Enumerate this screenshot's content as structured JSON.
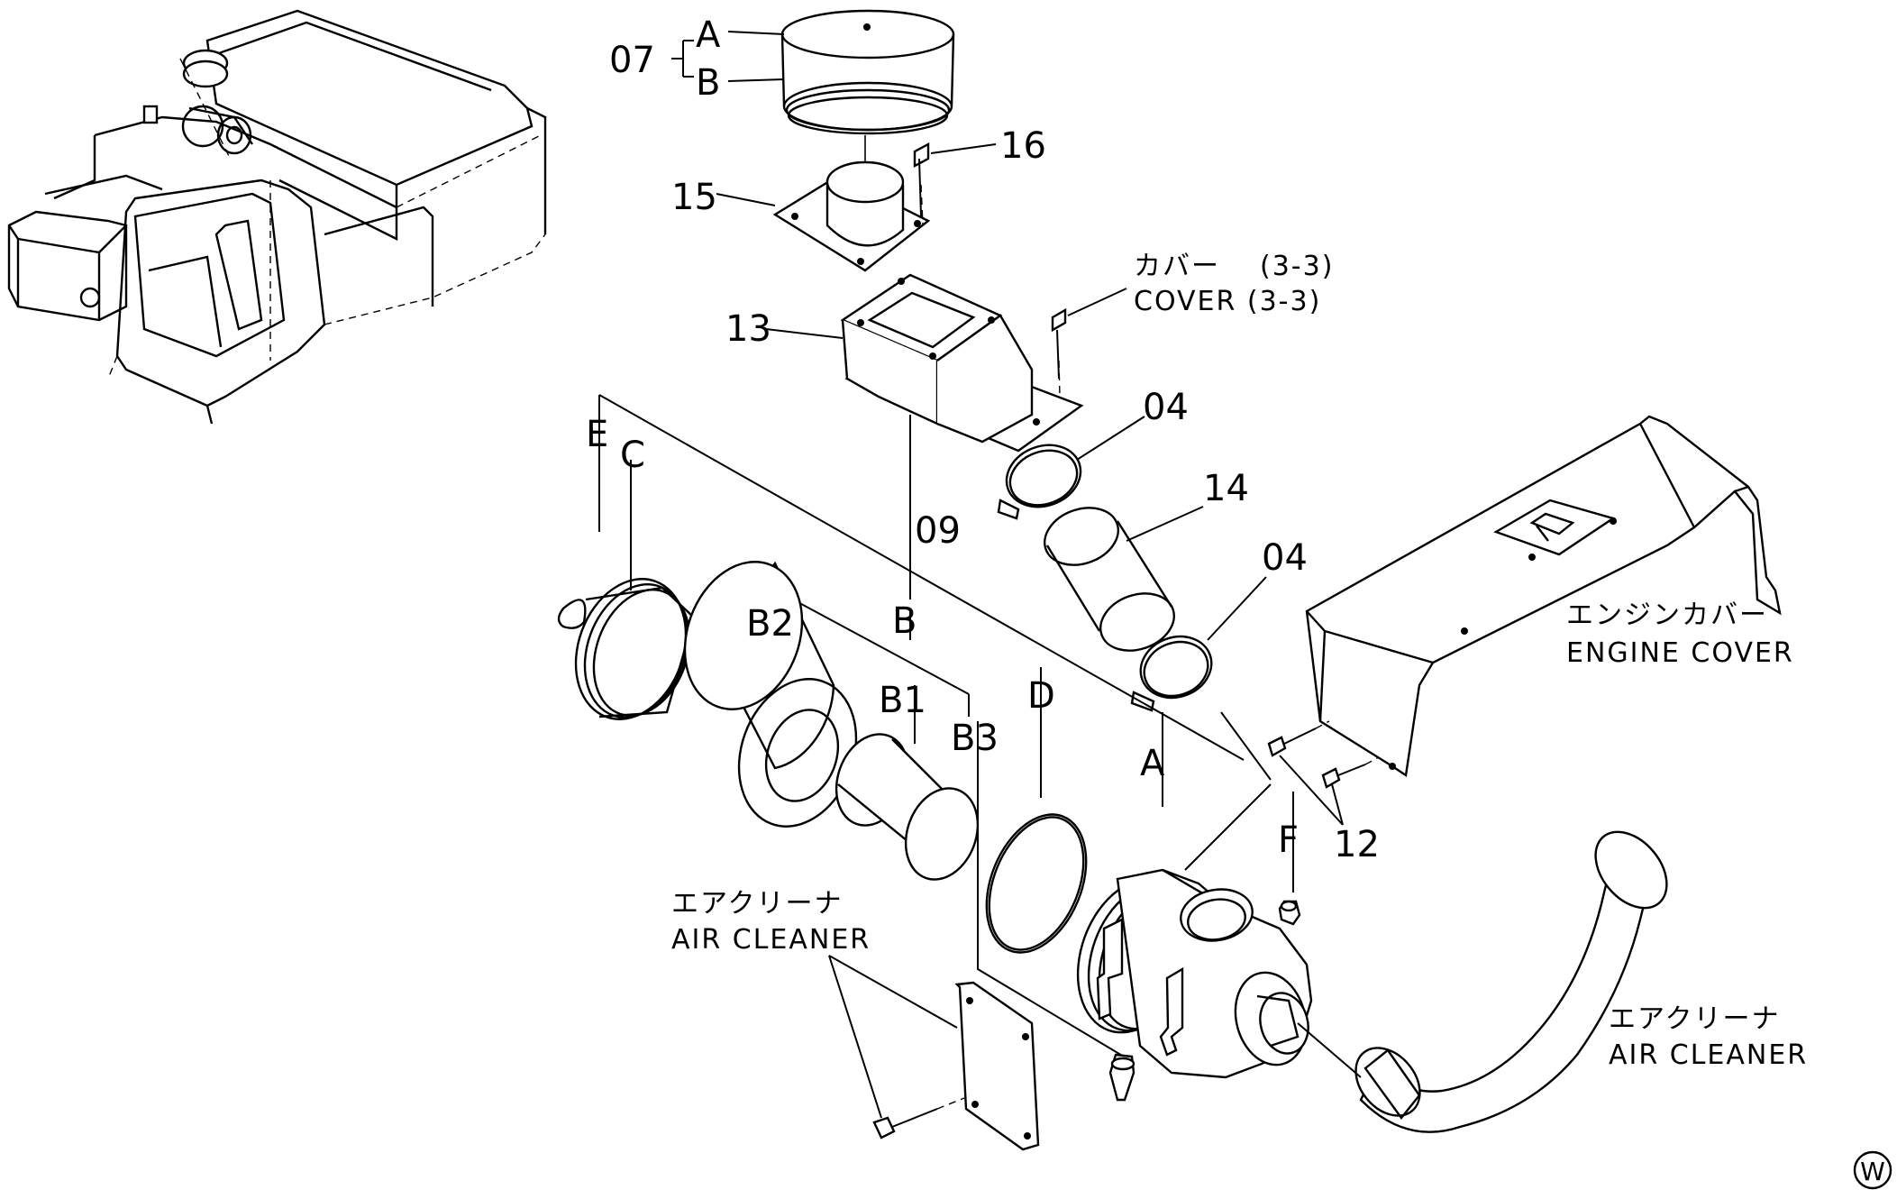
{
  "diagram": {
    "labels": {
      "p07": "07",
      "p07a": "A",
      "p07b": "B",
      "p16": "16",
      "p15": "15",
      "p13": "13",
      "p04a": "04",
      "p04b": "04",
      "p14": "14",
      "p09": "09",
      "p12": "12",
      "e": "E",
      "c": "C",
      "b": "B",
      "b2": "B2",
      "b1": "B1",
      "b3": "B3",
      "d": "D",
      "a": "A",
      "f": "F"
    },
    "callouts": {
      "cover_jp": "カバー",
      "cover_ref_jp": "(3-3)",
      "cover_en": "COVER (3-3)",
      "engine_cover_jp": "エンジンカバー",
      "engine_cover_en": "ENGINE COVER",
      "air_cleaner_left_jp": "エアクリーナ",
      "air_cleaner_left_en": "AIR CLEANER",
      "air_cleaner_right_jp": "エアクリーナ",
      "air_cleaner_right_en": "AIR CLEANER"
    },
    "corner_mark": "W"
  }
}
